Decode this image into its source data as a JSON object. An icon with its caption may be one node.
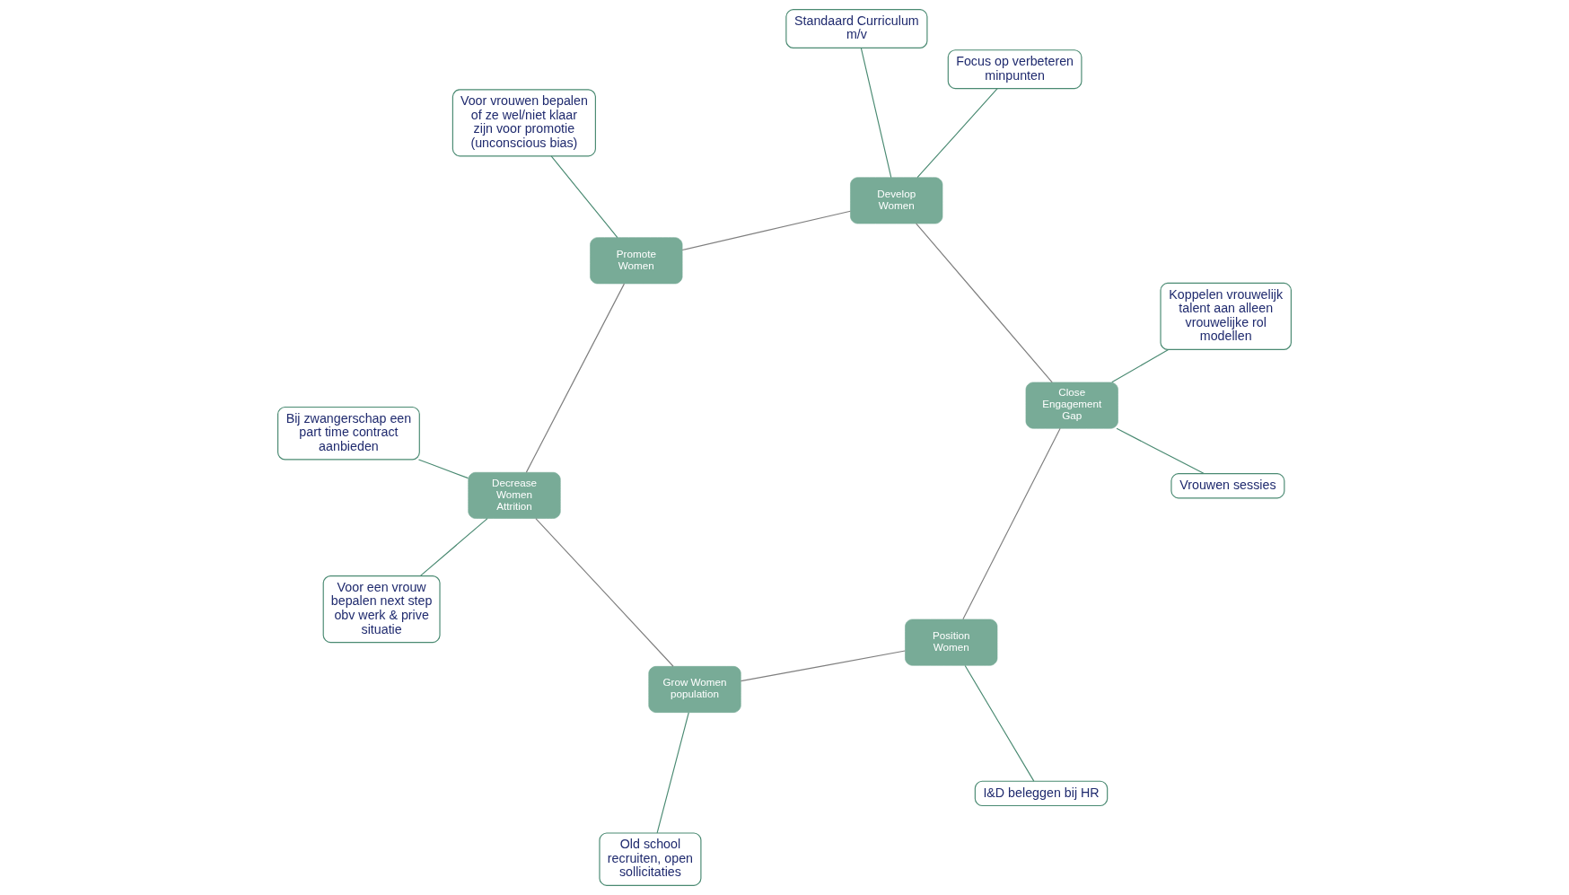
{
  "diagram": {
    "nodes": [
      {
        "text": [
          "Voor een vrouw bepalen next step obv werk & prive situatie"
        ]
      },
      {
        "text": [
          "Old school recruiten, open sollicitaties"
        ]
      },
      {
        "text": [
          "Grow Women population"
        ]
      },
      {
        "text": [
          "I&D beleggen bij HR"
        ]
      },
      {
        "text": [
          "Bij zwangerschap een part time contract aanbieden"
        ]
      },
      {
        "text": [
          "Decrease Women Attrition"
        ]
      },
      {
        "text": [
          "Position Women"
        ]
      },
      {
        "text": [
          "Vrouwen sessies"
        ]
      },
      {
        "text": [
          "Voor vrouwen bepalen of ze wel/niet klaar zijn voor promotie (unconscious bias)"
        ]
      },
      {
        "text": [
          "Promote Women"
        ]
      },
      {
        "text": [
          "Close Engagement Gap"
        ]
      },
      {
        "text": [
          "Develop Women"
        ]
      },
      {
        "text": [
          "Koppelen vrouwelijk talent aan alleen vrouwelijke rol modellen"
        ]
      },
      {
        "text": [
          "Focus op verbeteren minpunten"
        ]
      },
      {
        "text": [
          "Standaard Curriculum m/v"
        ]
      }
    ],
    "edges": [
      {
        "from": 2,
        "to": 6,
        "arrow": "none",
        "color": "#7f7f7f"
      },
      {
        "from": 6,
        "to": 10,
        "arrow": "none",
        "color": "#7f7f7f"
      },
      {
        "from": 10,
        "to": 11,
        "arrow": "none",
        "color": "#7f7f7f"
      },
      {
        "from": 11,
        "to": 9,
        "arrow": "none",
        "color": "#7f7f7f"
      },
      {
        "from": 9,
        "to": 5,
        "arrow": "none",
        "color": "#7f7f7f"
      },
      {
        "from": 5,
        "to": 2,
        "arrow": "none",
        "color": "#7f7f7f"
      },
      {
        "from": 0,
        "to": 5,
        "arrow": "none"
      },
      {
        "from": 1,
        "to": 2,
        "arrow": "none"
      },
      {
        "from": 3,
        "to": 6,
        "arrow": "none"
      },
      {
        "from": 4,
        "to": 5,
        "arrow": "none"
      },
      {
        "from": 7,
        "to": 10,
        "arrow": "none"
      },
      {
        "from": 8,
        "to": 9,
        "arrow": "none"
      },
      {
        "from": 13,
        "to": 11,
        "arrow": "none"
      },
      {
        "from": 14,
        "to": 11,
        "arrow": "none"
      },
      {
        "from": 12,
        "to": 10,
        "arrow": "none"
      }
    ]
  }
}
